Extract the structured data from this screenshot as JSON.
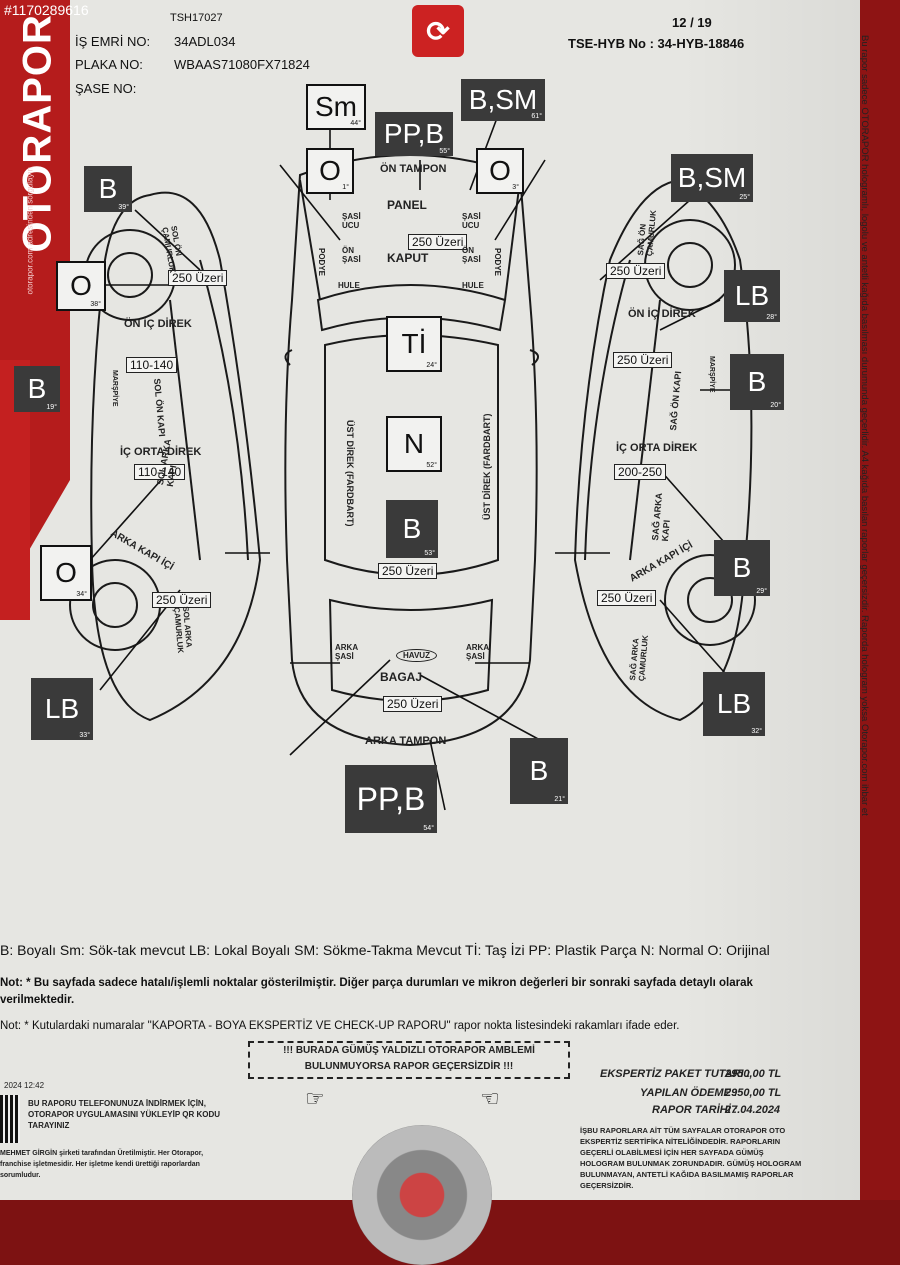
{
  "image_id": "#1170289616",
  "brand": "OTORAPOR",
  "brand_sub": "otorapor.com adresinden sorgulayın",
  "header": {
    "top_code": "TSH17027",
    "page": "12 / 19",
    "is_emri_label": "İŞ EMRİ NO:",
    "is_emri_value": "34ADL034",
    "plaka_label": "PLAKA NO:",
    "plaka_value": "WBAAS71080FX71824",
    "sase_label": "ŞASE NO:",
    "tse_hyb": "TSE-HYB No : 34-HYB-18846"
  },
  "side_text": "Bu rapor sadece OTORAPOR hologramlı, logolu ve antetli kağıda basılması durumunda geçerlidir. A4 kağıda basılan raporlar geçersizdir. Raporda hologram yoksa Otorapor.com ihbar et",
  "tags": {
    "t_sm": {
      "text": "Sm",
      "deg": "44°"
    },
    "t_ppb_top": {
      "text": "PP,B",
      "deg": "55°"
    },
    "t_bsm_top": {
      "text": "B,SM",
      "deg": "61°"
    },
    "t_o_left_top": {
      "text": "O",
      "deg": "1°"
    },
    "t_o_right_top": {
      "text": "O",
      "deg": "3°"
    },
    "t_b_left": {
      "text": "B",
      "deg": "39°"
    },
    "t_o_left": {
      "text": "O",
      "deg": "38°"
    },
    "t_b_edge": {
      "text": "B",
      "deg": "19°"
    },
    "t_o_left_bot": {
      "text": "O",
      "deg": "34°"
    },
    "t_lb_left": {
      "text": "LB",
      "deg": "33°"
    },
    "t_ti": {
      "text": "Tİ",
      "deg": "24°"
    },
    "t_n": {
      "text": "N",
      "deg": "52°"
    },
    "t_b_roof": {
      "text": "B",
      "deg": "53°"
    },
    "t_ppb_bot": {
      "text": "PP,B",
      "deg": "54°"
    },
    "t_b_bot": {
      "text": "B",
      "deg": "21°"
    },
    "t_bsm_right": {
      "text": "B,SM",
      "deg": "25°"
    },
    "t_lb_right_top": {
      "text": "LB",
      "deg": "28°"
    },
    "t_b_right": {
      "text": "B",
      "deg": "20°"
    },
    "t_b_right2": {
      "text": "B",
      "deg": "29°"
    },
    "t_lb_right_bot": {
      "text": "LB",
      "deg": "32°"
    }
  },
  "values": {
    "v_kaput": "250 Üzeri",
    "v_l_front": "250 Üzeri",
    "v_l_door1": "110-140",
    "v_l_door2": "110-140",
    "v_l_rear": "250 Üzeri",
    "v_roof": "250 Üzeri",
    "v_bagaj": "250 Üzeri",
    "v_r_front": "250 Üzeri",
    "v_r_door1": "250 Üzeri",
    "v_r_door2": "200-250",
    "v_r_rear": "250 Üzeri"
  },
  "labels": {
    "on_tampon": "ÖN TAMPON",
    "panel": "PANEL",
    "kaput": "KAPUT",
    "bagaj": "BAGAJ",
    "havuz": "HAVUZ",
    "arka_tampon": "ARKA TAMPON",
    "hule_l": "HULE",
    "hule_r": "HULE",
    "sasi_ucu_l": "ŞASİ UCU",
    "sasi_ucu_r": "ŞASİ UCU",
    "on_sasi_l": "ÖN ŞASİ",
    "on_sasi_r": "ÖN ŞASİ",
    "podye_l": "PODYE",
    "podye_r": "PODYE",
    "ust_direk_l": "ÜST DİREK (FARDBART)",
    "ust_direk_r": "ÜST DİREK (FARDBART)",
    "arka_sasi_l": "ARKA ŞASİ",
    "arka_sasi_r": "ARKA ŞASİ",
    "on_ic_direk_l": "ÖN İÇ DİREK",
    "on_ic_direk_r": "ÖN İÇ DİREK",
    "ic_orta_direk_l": "İÇ ORTA DİREK",
    "ic_orta_direk_r": "İÇ ORTA DİREK",
    "sol_on_camurluk": "SOL ÖN ÇAMURLUK",
    "sol_on_kapi": "SOL ÖN KAPI",
    "sol_arka_kapi": "SOL ARKA KAPI",
    "sol_arka_camurluk": "SOL ARKA ÇAMURLUK",
    "arka_kapi_ici_l": "ARKA KAPI İÇİ",
    "marspiye_l": "MARŞPİYE",
    "sag_on_camurluk": "SAĞ ÖN ÇAMURLUK",
    "sag_on_kapi": "SAĞ ÖN KAPI",
    "sag_arka_kapi": "SAĞ ARKA KAPI",
    "sag_arka_camurluk": "SAĞ ARKA ÇAMURLUK",
    "arka_kapi_ici_r": "ARKA KAPI İÇİ",
    "marspiye_r": "MARŞPİYE"
  },
  "legend": "B: Boyalı Sm: Sök-tak mevcut LB: Lokal Boyalı SM: Sökme-Takma Mevcut Tİ: Taş İzi PP: Plastik Parça N: Normal O: Orijinal",
  "note1": "Not: * Bu sayfada sadece hatalı/işlemli noktalar gösterilmiştir. Diğer parça durumları ve mikron değerleri bir sonraki sayfada detaylı olarak verilmektedir.",
  "note2": "Not: * Kutulardaki numaralar \"KAPORTA - BOYA EKSPERTİZ VE CHECK-UP RAPORU\" rapor nokta listesindeki rakamları ifade eder.",
  "warning": "!!! BURADA GÜMÜŞ YALDIZLI OTORAPOR AMBLEMİ BULUNMUYORSA RAPOR GEÇERSİZDİR !!!",
  "payment": {
    "paket_label": "EKSPERTİZ PAKET TUTARI :",
    "paket_value": "2950,00 TL",
    "odeme_label": "YAPILAN ÖDEME :",
    "odeme_value": "2950,00 TL",
    "tarih_label": "RAPOR TARİHİ :",
    "tarih_value": "27.04.2024"
  },
  "footer_time": "2024 12:42",
  "qr_text": "BU RAPORU TELEFONUNUZA İNDİRMEK İÇİN, OTORAPOR UYGULAMASINI YÜKLEYİP QR KODU TARAYINIZ",
  "owner_text": "MEHMET GİRGİN şirketi tarafından Üretilmiştir. Her Otorapor, franchise işletmesidir. Her işletme kendi ürettiği raporlardan sorumludur.",
  "legal_text": "İŞBU RAPORLARA AİT TÜM SAYFALAR OTORAPOR OTO EKSPERTİZ SERTİFİKA NİTELİĞİNDEDİR. RAPORLARIN GEÇERLİ OLABİLMESİ İÇİN HER SAYFADA GÜMÜŞ HOLOGRAM BULUNMAK ZORUNDADIR. GÜMÜŞ HOLOGRAM BULUNMAYAN, ANTETLİ KAĞIDA BASILMAMIŞ RAPORLAR GEÇERSİZDİR."
}
